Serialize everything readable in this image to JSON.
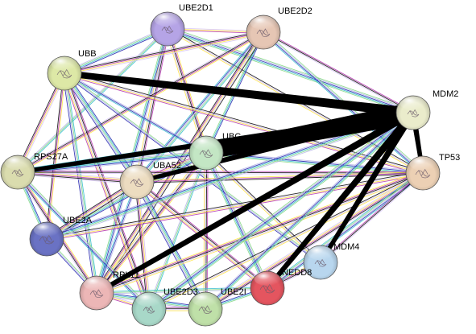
{
  "diagram": {
    "type": "protein-interaction-network",
    "nodes": [
      {
        "id": "UBE2D1",
        "label": "UBE2D1",
        "color": "#b5a4e6"
      },
      {
        "id": "UBE2D2",
        "label": "UBE2D2",
        "color": "#e6c6b4"
      },
      {
        "id": "UBB",
        "label": "UBB",
        "color": "#dde8a6"
      },
      {
        "id": "MDM2",
        "label": "MDM2",
        "color": "#eaeccb"
      },
      {
        "id": "UBC",
        "label": "UBC",
        "color": "#c3e6c4"
      },
      {
        "id": "TP53",
        "label": "TP53",
        "color": "#ecd0b4"
      },
      {
        "id": "RPS27A",
        "label": "RPS27A",
        "color": "#dadcae"
      },
      {
        "id": "UBA52",
        "label": "UBA52",
        "color": "#ecdcc0"
      },
      {
        "id": "UBE2A",
        "label": "UBE2A",
        "color": "#6a72c4"
      },
      {
        "id": "MDM4",
        "label": "MDM4",
        "color": "#b8d6ee"
      },
      {
        "id": "RPL11",
        "label": "RPL11",
        "color": "#ecb6b6"
      },
      {
        "id": "NEDD8",
        "label": "NEDD8",
        "color": "#e4555f"
      },
      {
        "id": "UBE2D3",
        "label": "UBE2D3",
        "color": "#a8d8c8"
      },
      {
        "id": "UBE2I",
        "label": "UBE2I",
        "color": "#bfe0a8"
      }
    ],
    "evidence_colors": [
      "#d7c5f5",
      "#2a2ab0",
      "#ffe64a",
      "#3cbfcf",
      "#b63ab2",
      "#86d886",
      "#101010",
      "#b8b8e8"
    ],
    "edges": [
      [
        "UBE2D1",
        "UBE2D2"
      ],
      [
        "UBE2D1",
        "UBB"
      ],
      [
        "UBE2D1",
        "UBC"
      ],
      [
        "UBE2D1",
        "RPS27A"
      ],
      [
        "UBE2D1",
        "UBA52"
      ],
      [
        "UBE2D1",
        "MDM2"
      ],
      [
        "UBE2D1",
        "TP53"
      ],
      [
        "UBE2D1",
        "RPL11"
      ],
      [
        "UBE2D2",
        "UBB"
      ],
      [
        "UBE2D2",
        "UBC"
      ],
      [
        "UBE2D2",
        "RPS27A"
      ],
      [
        "UBE2D2",
        "UBA52"
      ],
      [
        "UBE2D2",
        "MDM2"
      ],
      [
        "UBE2D2",
        "TP53"
      ],
      [
        "UBE2D2",
        "RPL11"
      ],
      [
        "UBB",
        "UBC"
      ],
      [
        "UBB",
        "RPS27A"
      ],
      [
        "UBB",
        "UBA52"
      ],
      [
        "UBB",
        "UBE2A"
      ],
      [
        "UBB",
        "RPL11"
      ],
      [
        "UBB",
        "UBE2D3"
      ],
      [
        "UBB",
        "MDM4"
      ],
      [
        "UBB",
        "TP53"
      ],
      [
        "UBC",
        "RPS27A"
      ],
      [
        "UBC",
        "UBA52"
      ],
      [
        "UBC",
        "UBE2A"
      ],
      [
        "UBC",
        "RPL11"
      ],
      [
        "UBC",
        "UBE2D3"
      ],
      [
        "UBC",
        "UBE2I"
      ],
      [
        "UBC",
        "NEDD8"
      ],
      [
        "UBC",
        "MDM4"
      ],
      [
        "UBC",
        "TP53"
      ],
      [
        "RPS27A",
        "UBA52"
      ],
      [
        "RPS27A",
        "UBE2A"
      ],
      [
        "RPS27A",
        "RPL11"
      ],
      [
        "RPS27A",
        "MDM2"
      ],
      [
        "RPS27A",
        "TP53"
      ],
      [
        "RPS27A",
        "UBE2D3"
      ],
      [
        "UBA52",
        "UBE2A"
      ],
      [
        "UBA52",
        "RPL11"
      ],
      [
        "UBA52",
        "UBE2D3"
      ],
      [
        "UBA52",
        "UBE2I"
      ],
      [
        "UBA52",
        "TP53"
      ],
      [
        "UBA52",
        "MDM2"
      ],
      [
        "UBA52",
        "NEDD8"
      ],
      [
        "UBE2A",
        "RPL11"
      ],
      [
        "UBE2A",
        "TP53"
      ],
      [
        "UBE2A",
        "MDM2"
      ],
      [
        "RPL11",
        "UBE2D3"
      ],
      [
        "RPL11",
        "UBE2I"
      ],
      [
        "RPL11",
        "TP53"
      ],
      [
        "RPL11",
        "NEDD8"
      ],
      [
        "UBE2D3",
        "UBE2I"
      ],
      [
        "UBE2D3",
        "MDM2"
      ],
      [
        "UBE2D3",
        "TP53"
      ],
      [
        "UBE2I",
        "MDM2"
      ],
      [
        "UBE2I",
        "TP53"
      ],
      [
        "UBE2I",
        "NEDD8"
      ],
      [
        "NEDD8",
        "MDM4"
      ],
      [
        "NEDD8",
        "TP53"
      ],
      [
        "MDM4",
        "TP53"
      ],
      [
        "TP53",
        "MDM2"
      ]
    ],
    "strong_edges": [
      {
        "from": "MDM2",
        "to": "UBB",
        "weight": 12
      },
      {
        "from": "MDM2",
        "to": "UBC",
        "weight": 26
      },
      {
        "from": "MDM2",
        "to": "RPS27A",
        "weight": 8
      },
      {
        "from": "MDM2",
        "to": "UBA52",
        "weight": 8
      },
      {
        "from": "MDM2",
        "to": "RPL11",
        "weight": 9
      },
      {
        "from": "MDM2",
        "to": "NEDD8",
        "weight": 9
      },
      {
        "from": "MDM2",
        "to": "MDM4",
        "weight": 8
      },
      {
        "from": "MDM2",
        "to": "TP53",
        "weight": 7
      }
    ]
  }
}
